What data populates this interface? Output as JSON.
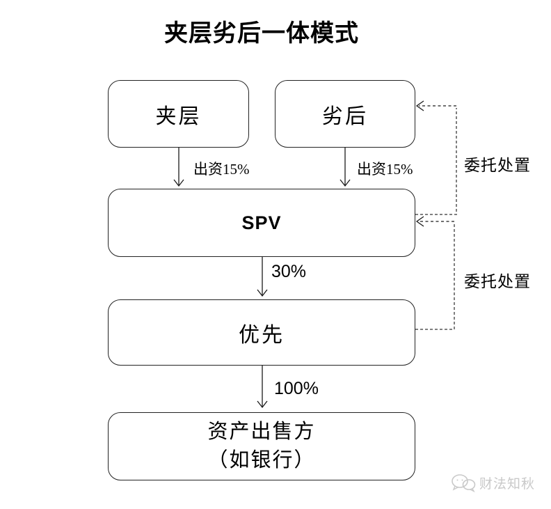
{
  "diagram": {
    "title": "夹层劣后一体模式",
    "nodes": {
      "mezzanine": {
        "label": "夹层"
      },
      "subordinate": {
        "label": "劣后"
      },
      "spv": {
        "label": "SPV"
      },
      "senior": {
        "label": "优先"
      },
      "asset_seller": {
        "line1": "资产出售方",
        "line2": "（如银行）"
      }
    },
    "edge_labels": {
      "mezzanine_to_spv": "出资15%",
      "subordinate_to_spv": "出资15%",
      "spv_to_senior": "30%",
      "senior_to_seller": "100%",
      "entrust_disposal_top": "委托处置",
      "entrust_disposal_bottom": "委托处置"
    },
    "colors": {
      "solid_line": "#1a1a1a",
      "dashed_elbow": "#7f7f7f",
      "dashed_arrow": "#1a1a1a",
      "box_border": "#222222",
      "background": "#ffffff"
    }
  },
  "watermark": {
    "label": "财法知秋",
    "icon": "wechat-chat-bubbles-icon",
    "color": "#c9c9c9"
  }
}
